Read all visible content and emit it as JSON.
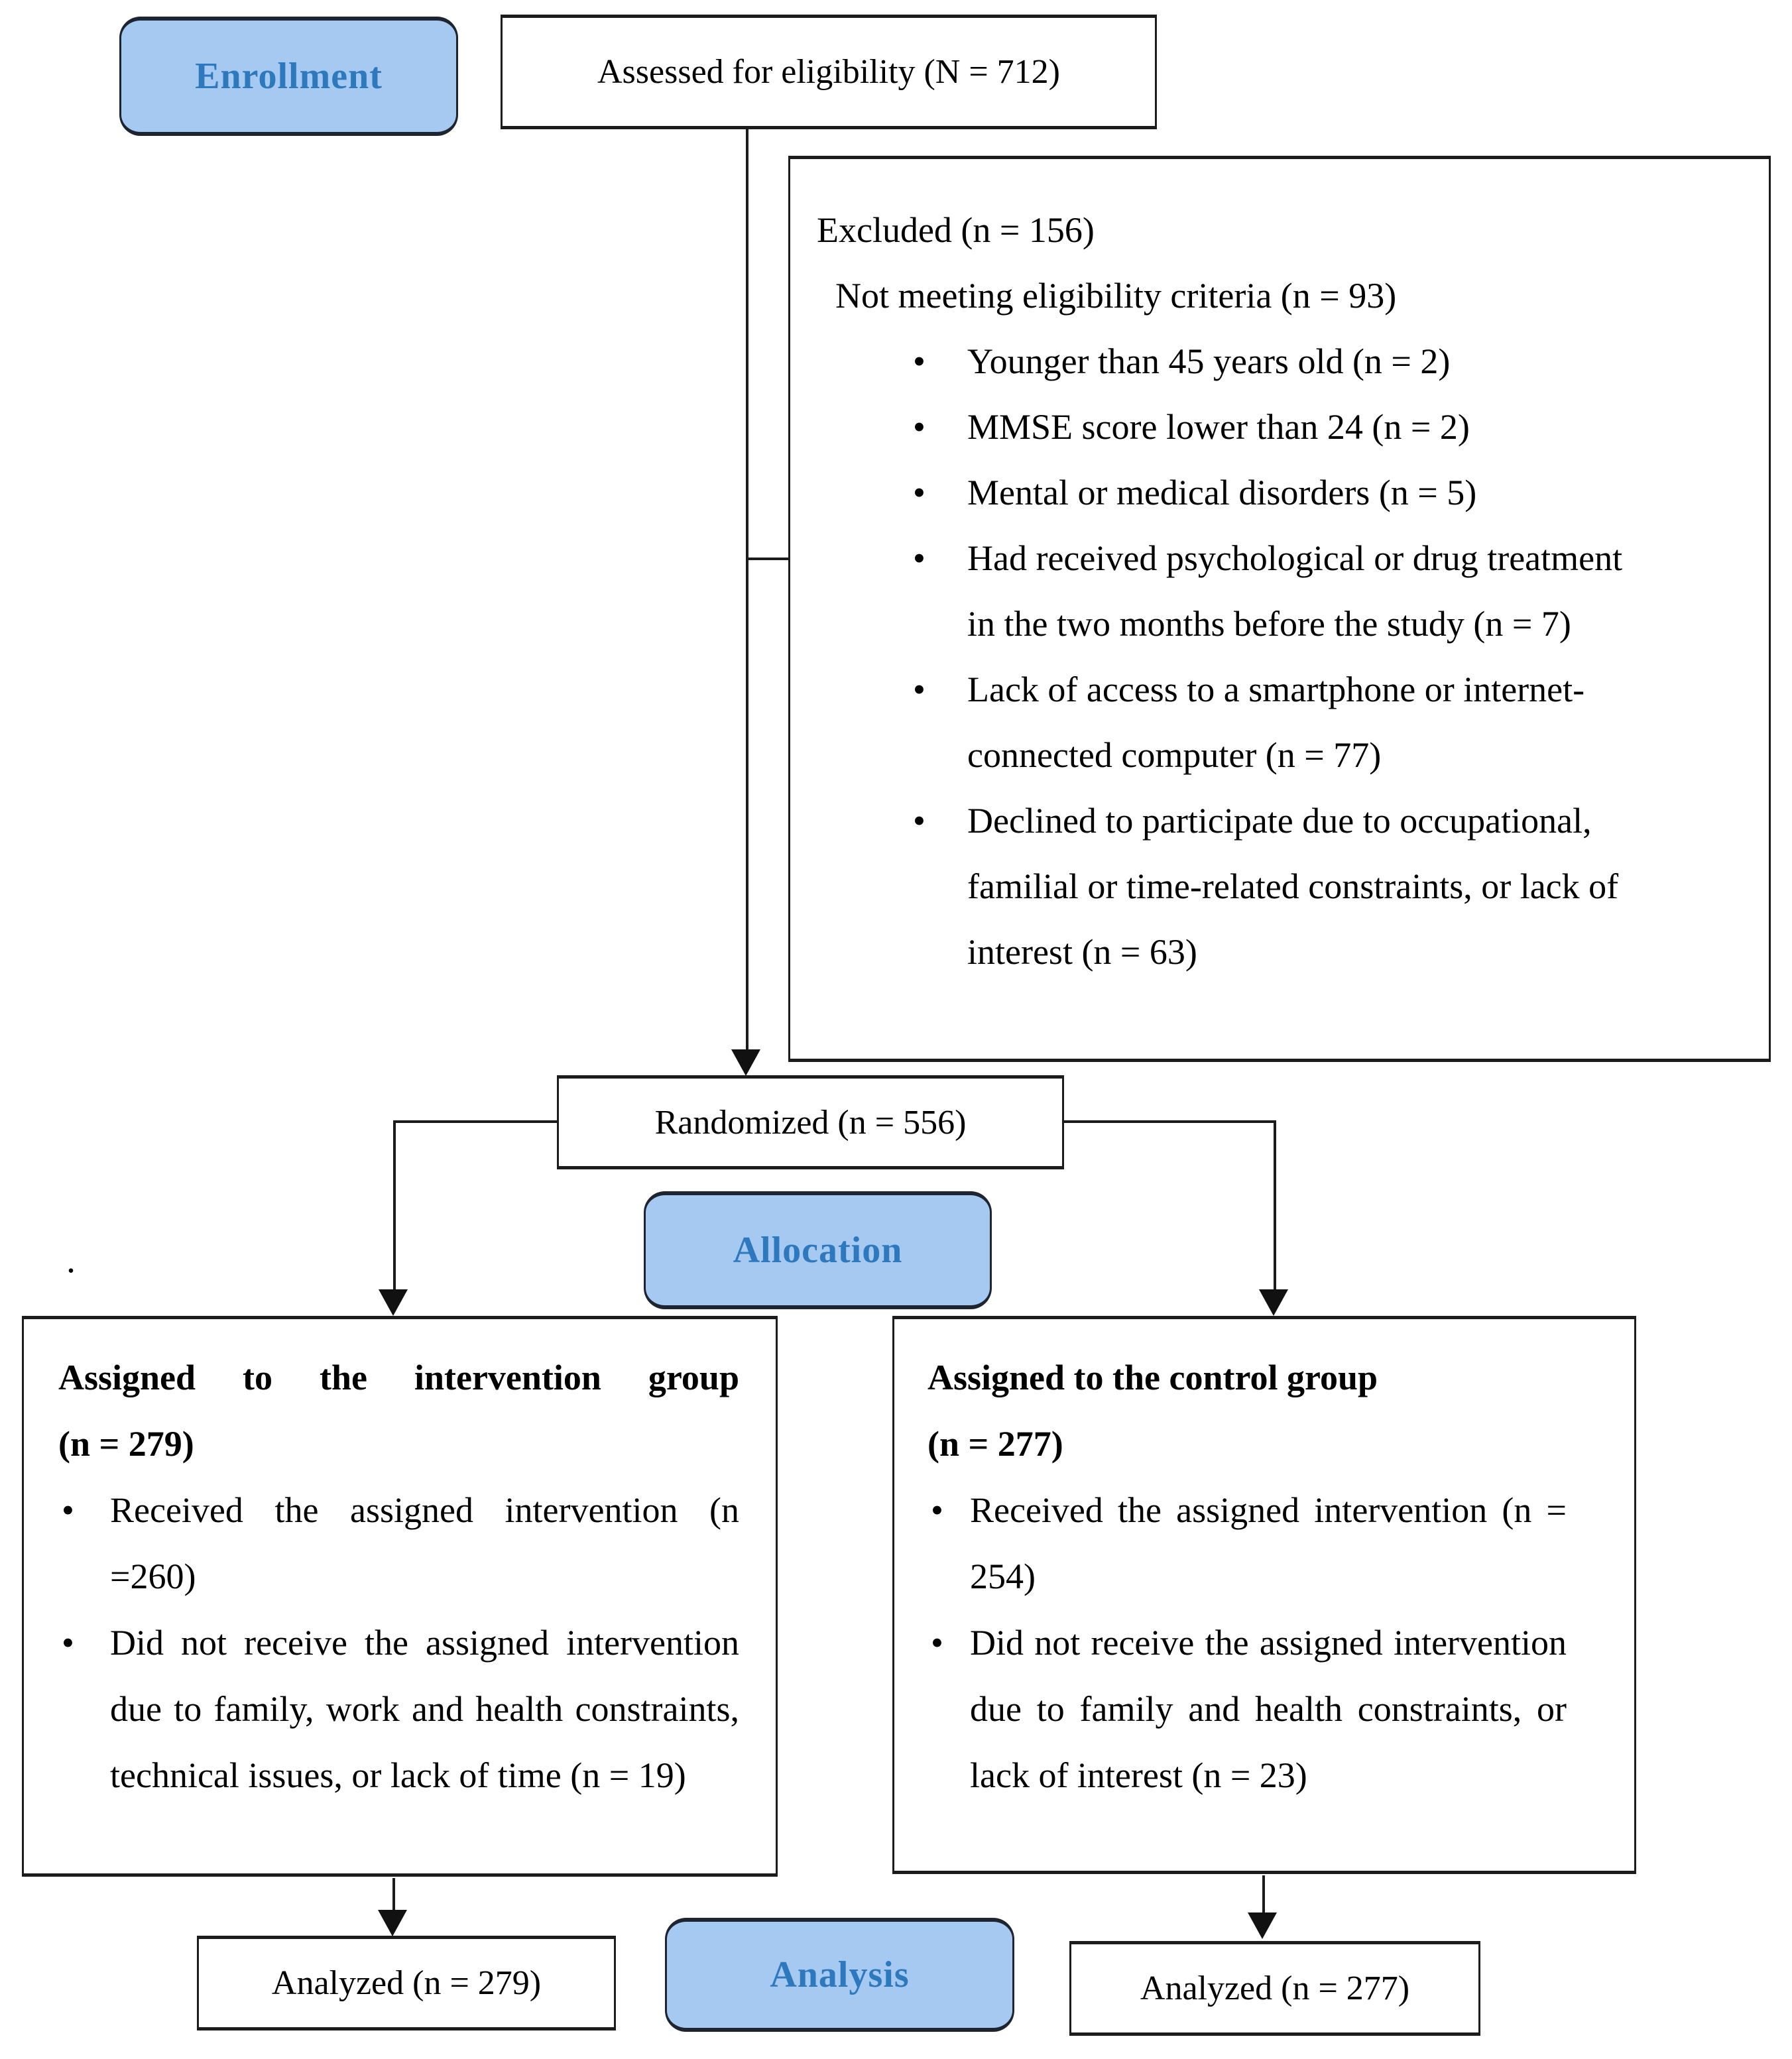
{
  "colors": {
    "badge_fill": "#A6C9F1",
    "badge_text": "#2E79BE",
    "box_border": "#1c1c1c",
    "background": "#ffffff"
  },
  "badges": {
    "enrollment": "Enrollment",
    "allocation": "Allocation",
    "analysis": "Analysis"
  },
  "assessed": {
    "label": "Assessed for eligibility (N = 712)"
  },
  "excluded": {
    "title": "Excluded (n = 156)",
    "subtitle": "Not meeting eligibility criteria (n = 93)",
    "bullets": [
      "Younger than 45 years old (n = 2)",
      "MMSE score lower than 24 (n = 2)",
      "Mental or medical disorders (n = 5)",
      "Had received psychological or drug treatment in the two months before the study (n = 7)",
      "Lack of access to a smartphone or internet-connected computer (n = 77)",
      "Declined to participate due to occupational, familial or time-related constraints, or lack of interest (n = 63)"
    ]
  },
  "randomized": {
    "label": "Randomized (n = 556)"
  },
  "intervention_group": {
    "title": "Assigned to the intervention group",
    "count": "(n = 279)",
    "bullets": [
      "Received the assigned intervention (n =260)",
      "Did not receive the assigned intervention due to family, work and health constraints, technical issues, or lack of time (n = 19)"
    ]
  },
  "control_group": {
    "title": "Assigned to the control group",
    "count": "(n = 277)",
    "bullets": [
      "Received the assigned intervention (n = 254)",
      "Did not receive the assigned intervention due to family and health constraints, or lack of interest (n = 23)"
    ]
  },
  "analyzed_intervention": {
    "label": "Analyzed (n = 279)"
  },
  "analyzed_control": {
    "label": "Analyzed (n = 277)"
  },
  "stray_dot": ".",
  "bullet_glyph": "•"
}
